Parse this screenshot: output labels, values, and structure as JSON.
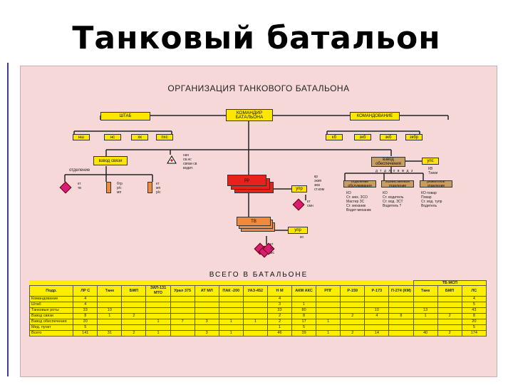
{
  "slide_title": "Танковый батальон",
  "doc_title": "ОРГАНИЗАЦИЯ ТАНКОВОГО БАТАЛЬОНА",
  "boxes": {
    "commander": "КОМАНДИР БАТАЛЬОНА",
    "staff": "ШТАБ",
    "command": "КОМАНДОВАНИЕ",
    "staff_sub": [
      "нш",
      "нс",
      "хк",
      "пхс"
    ],
    "command_sub": [
      "кб",
      "зкб",
      "зкб",
      "зкбр"
    ],
    "platoon_ctrl": "взвод связи",
    "tank_cos": "рр",
    "upr": "упр",
    "tv": "ТВ",
    "upr2": "упр",
    "support_platoon": "взвод обеспечения",
    "ups": "упс",
    "sub_support": [
      "отделение обслуживания",
      "хозяйственное отделение",
      "ремонтное отделение"
    ]
  },
  "labels": {
    "otdelenie": "отделение",
    "ktvs": "кт\nтв",
    "btr": "бтр\nр/с\nмп",
    "kt": "кт\nмп\nр/с",
    "nach": "нач\nсв.нс\nсвязи св\nводит.",
    "kr": "кр\nэкип\nзмз\nст.ком",
    "kt_sn": "кт\nсмн",
    "kt_tn": "кт\nто\nмс",
    "ko": "ко",
    "kv_tank": "КВ\nТанки",
    "col1": "КО\nСт. мех. ЗСО\nМастер ЗС\nСт. механик\nВодит-механик",
    "col2": "КО\nСт. водитель\nСт. вод. ЗСТ\nВодитель ?",
    "col3": "КО повар\nПовар\nСт. вод. тупр\nВодитель",
    "support_line": "д т д л о в ж д з"
  },
  "table_title": "ВСЕГО  В  БАТАЛЬОНЕ",
  "table": {
    "group_header": "ТБ МСП",
    "headers": [
      "Подр.",
      "ЛР С",
      "Танк",
      "БМП",
      "ЗИЛ-131 МТО",
      "Урал 375",
      "АТ МЛ",
      "ПАК -200",
      "УАЗ-452",
      "Н М",
      "АКМ АКС",
      "РПГ",
      "Р-159",
      "Р-173",
      "П-274 (КМ)",
      "Танк",
      "БМП",
      "ЛС"
    ],
    "rows": [
      [
        "Командование",
        "4",
        "",
        "",
        "",
        "",
        "",
        "",
        "",
        "4",
        "",
        "",
        "",
        "",
        "",
        "",
        "",
        "4"
      ],
      [
        "Штаб",
        "4",
        "",
        "",
        "",
        "",
        "",
        "",
        "",
        "3",
        "1",
        "",
        "",
        "",
        "",
        "",
        "",
        "5"
      ],
      [
        "Танковые роты",
        "33",
        "10",
        "",
        "",
        "",
        "",
        "",
        "",
        "33",
        "80",
        "",
        "",
        "10",
        "",
        "13",
        "",
        "43"
      ],
      [
        "Взвод связи",
        "8",
        "1",
        "2",
        "",
        "",
        "",
        "",
        "",
        "2",
        "8",
        "",
        "2",
        "4",
        "8",
        "1",
        "2",
        "8"
      ],
      [
        "Взвод обеспечения",
        "20",
        "",
        "",
        "1",
        "7",
        "3",
        "1",
        "1",
        "2",
        "17",
        "1",
        "",
        "",
        "",
        "",
        "",
        "20"
      ],
      [
        "Мед. пункт",
        "5",
        "",
        "",
        "",
        "",
        "",
        "",
        "",
        "1",
        "5",
        "",
        "",
        "",
        "",
        "",
        "",
        "5"
      ],
      [
        "Всего",
        "141",
        "31",
        "2",
        "1",
        "",
        "3",
        "1",
        "",
        "46",
        "39",
        "1",
        "2",
        "14",
        "",
        "40",
        "2",
        "174"
      ]
    ]
  }
}
